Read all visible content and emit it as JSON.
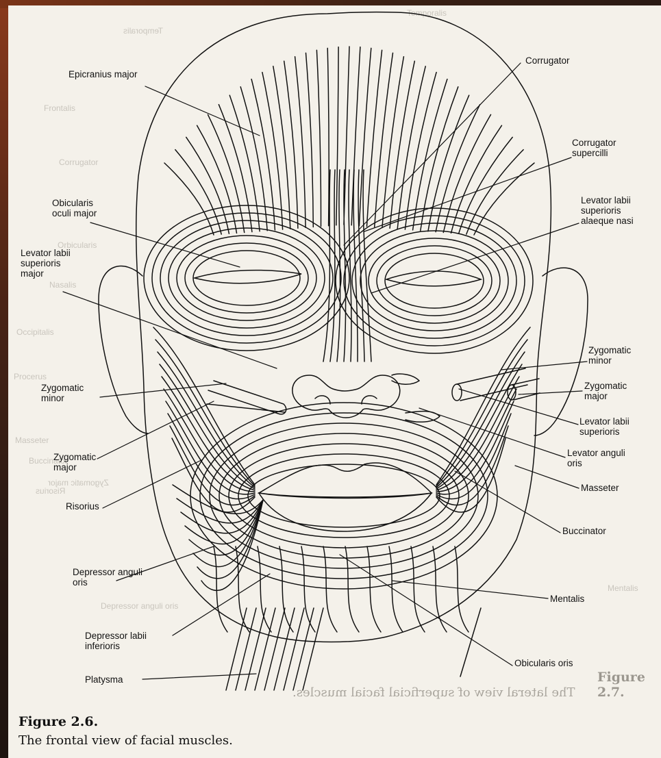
{
  "labels": {
    "epicranius": "Epicranius major",
    "corrugator": "Corrugator",
    "corrugator_supercilli": [
      "Corrugator",
      "supercilli"
    ],
    "obicularis_oculi": [
      "Obicularis",
      "oculi major"
    ],
    "levator_alaeque": [
      "Levator labii",
      "superioris",
      "alaeque nasi"
    ],
    "levator_superioris_major": [
      "Levator labii",
      "superioris",
      "major"
    ],
    "zygomatic_minor_left": [
      "Zygomatic",
      "minor"
    ],
    "zygomatic_minor_right": [
      "Zygomatic",
      "minor"
    ],
    "zygomatic_major_left": [
      "Zygomatic",
      "major"
    ],
    "zygomatic_major_right": [
      "Zygomatic",
      "major"
    ],
    "levator_superioris": [
      "Levator labii",
      "superioris"
    ],
    "levator_anguli": [
      "Levator anguli",
      "oris"
    ],
    "risorius": "Risorius",
    "masseter": "Masseter",
    "buccinator": "Buccinator",
    "depressor_anguli": [
      "Depressor anguli",
      "oris"
    ],
    "mentalis": "Mentalis",
    "depressor_labii": [
      "Depressor labii",
      "inferioris"
    ],
    "obicularis_oris": "Obicularis oris",
    "platysma": "Platysma"
  },
  "caption": {
    "title": "Figure 2.6.",
    "text": "The frontal view of facial muscles."
  },
  "bleed_through": {
    "labels": [
      "Temporalis",
      "Temporalis",
      "Frontalis",
      "Corrugator",
      "Orbicularis",
      "Nasalis",
      "Occipitalis",
      "Procerus",
      "Masseter",
      "Buccinator",
      "Depressor anguli oris",
      "Mentalis",
      "Zygomatic major",
      "Risorius"
    ],
    "figure_title": "Figure 2.7.",
    "figure_text": "The lateral view of superficial facial muscles."
  },
  "colors": {
    "ink": "#111111",
    "paper": "#f4f1ea",
    "bleed": "#c9c5bd"
  }
}
